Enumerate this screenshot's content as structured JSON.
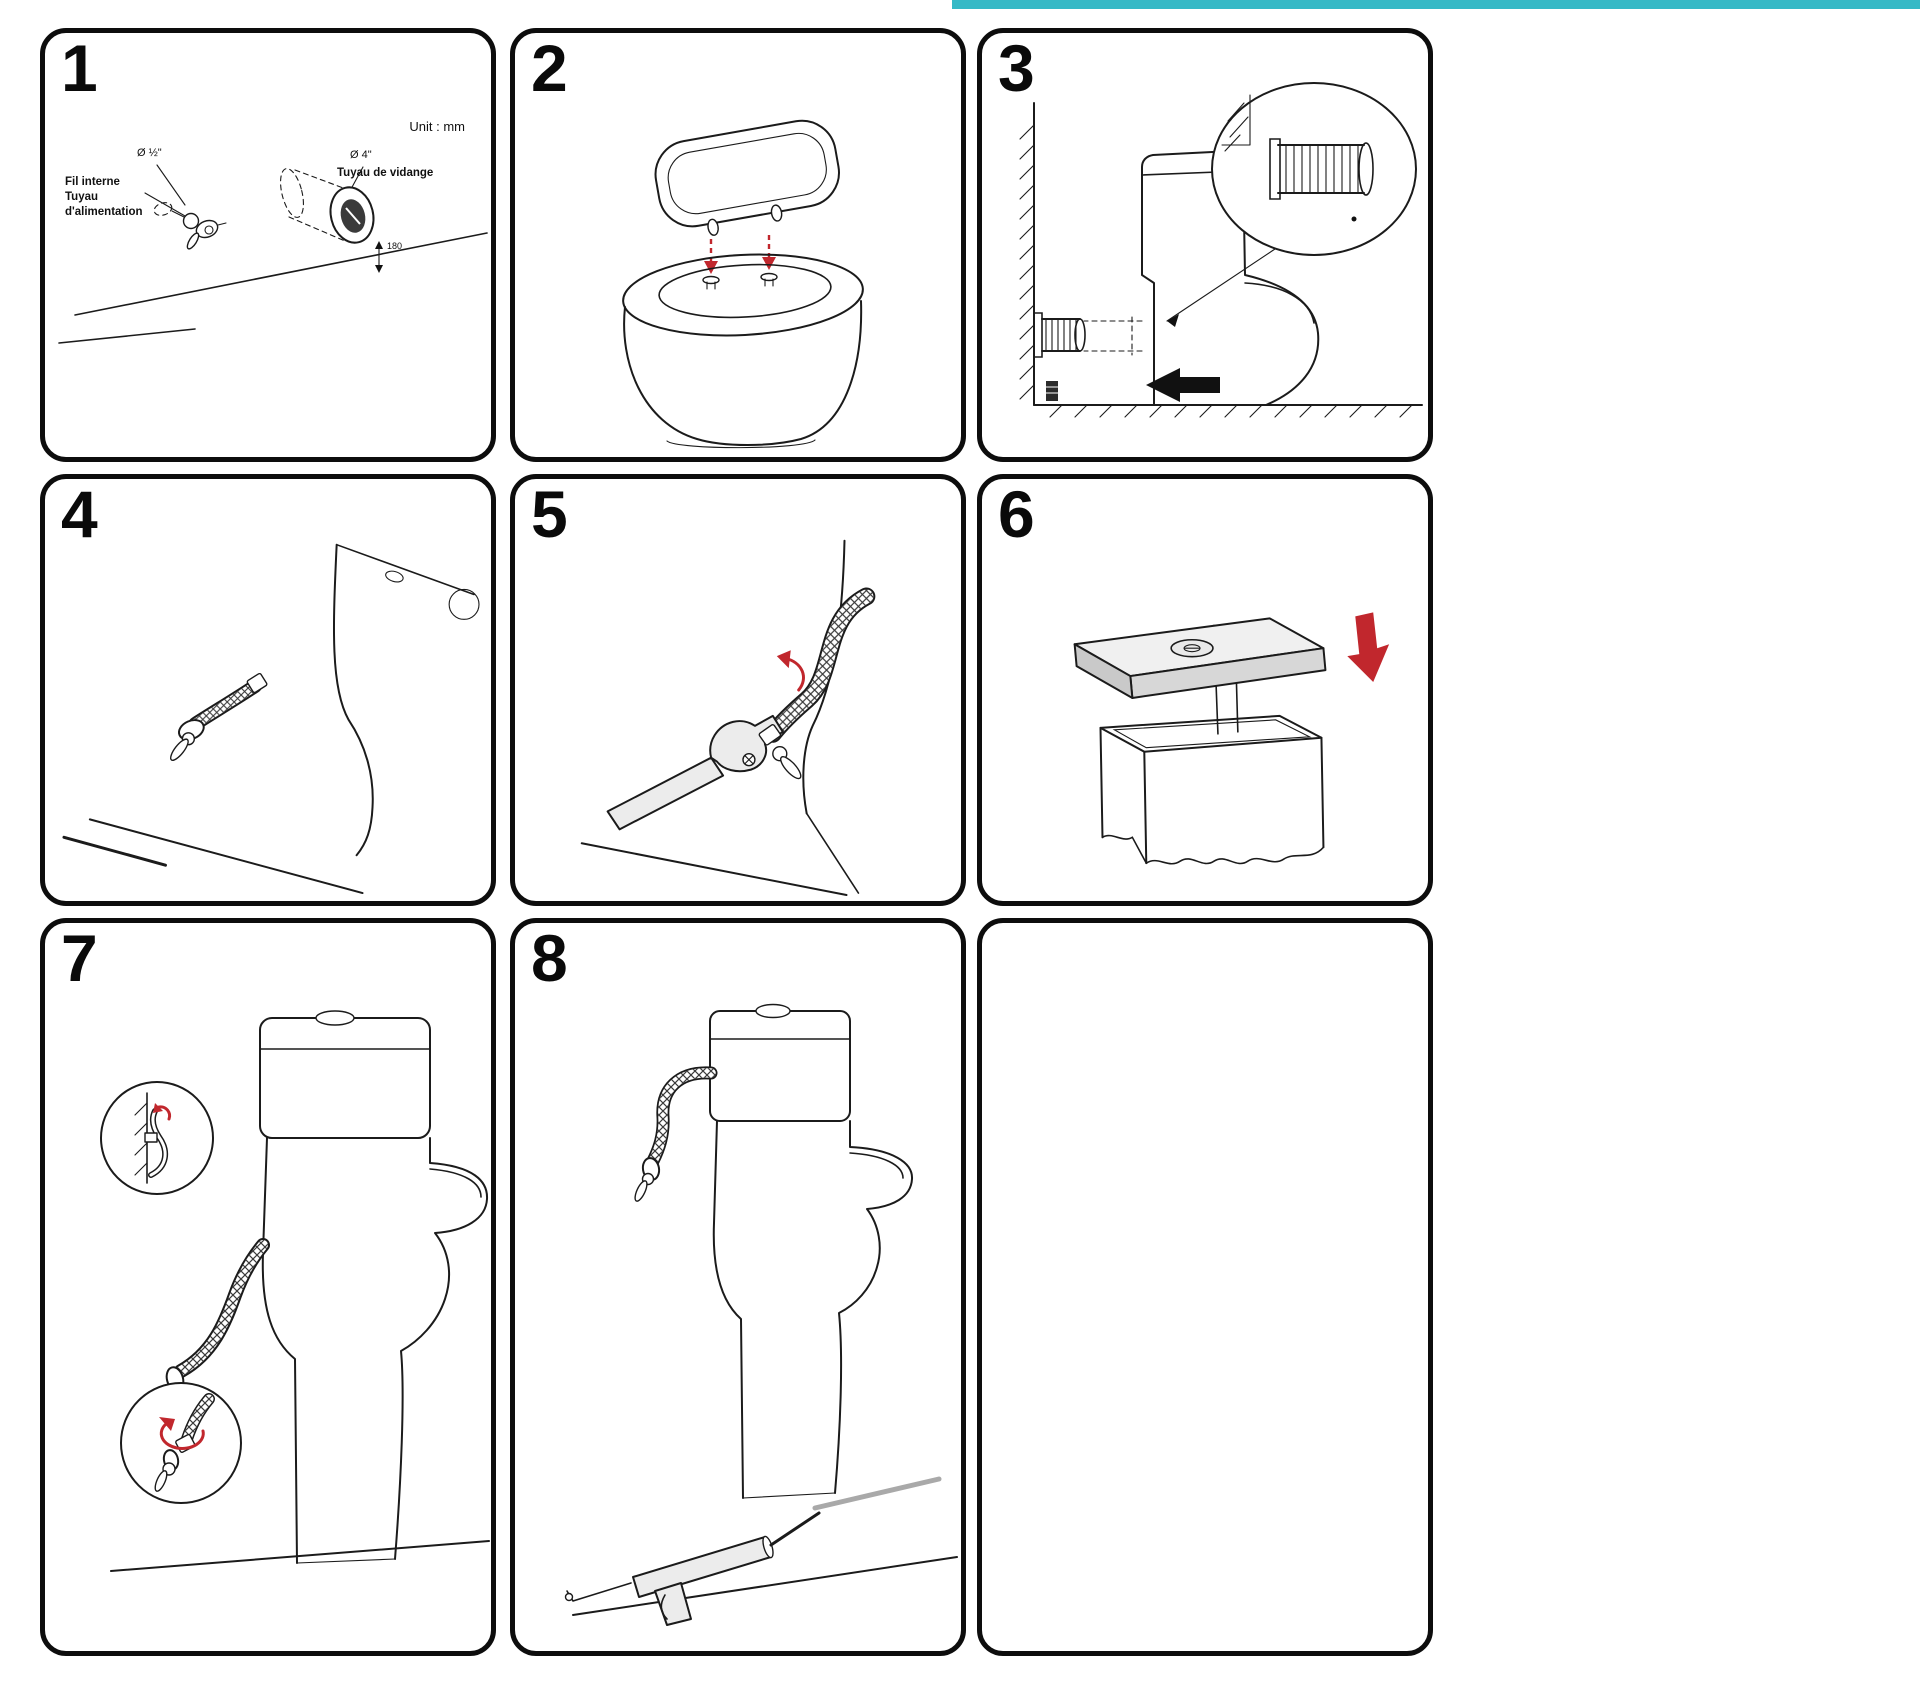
{
  "colors": {
    "accent_teal": "#35b9c6",
    "arrow_red": "#c1272d",
    "line_black": "#1b1b1b"
  },
  "steps": [
    {
      "number": "1"
    },
    {
      "number": "2"
    },
    {
      "number": "3"
    },
    {
      "number": "4"
    },
    {
      "number": "5"
    },
    {
      "number": "6"
    },
    {
      "number": "7"
    },
    {
      "number": "8"
    }
  ],
  "panel1": {
    "unit": "Unit : mm",
    "supply_label_1": "Fil interne",
    "supply_label_2": "Tuyau",
    "supply_label_3": "d'alimentation",
    "supply_diameter": "Ø ½\"",
    "drain_diameter": "Ø 4\"",
    "drain_label": "Tuyau de vidange",
    "rough_in": "180"
  }
}
